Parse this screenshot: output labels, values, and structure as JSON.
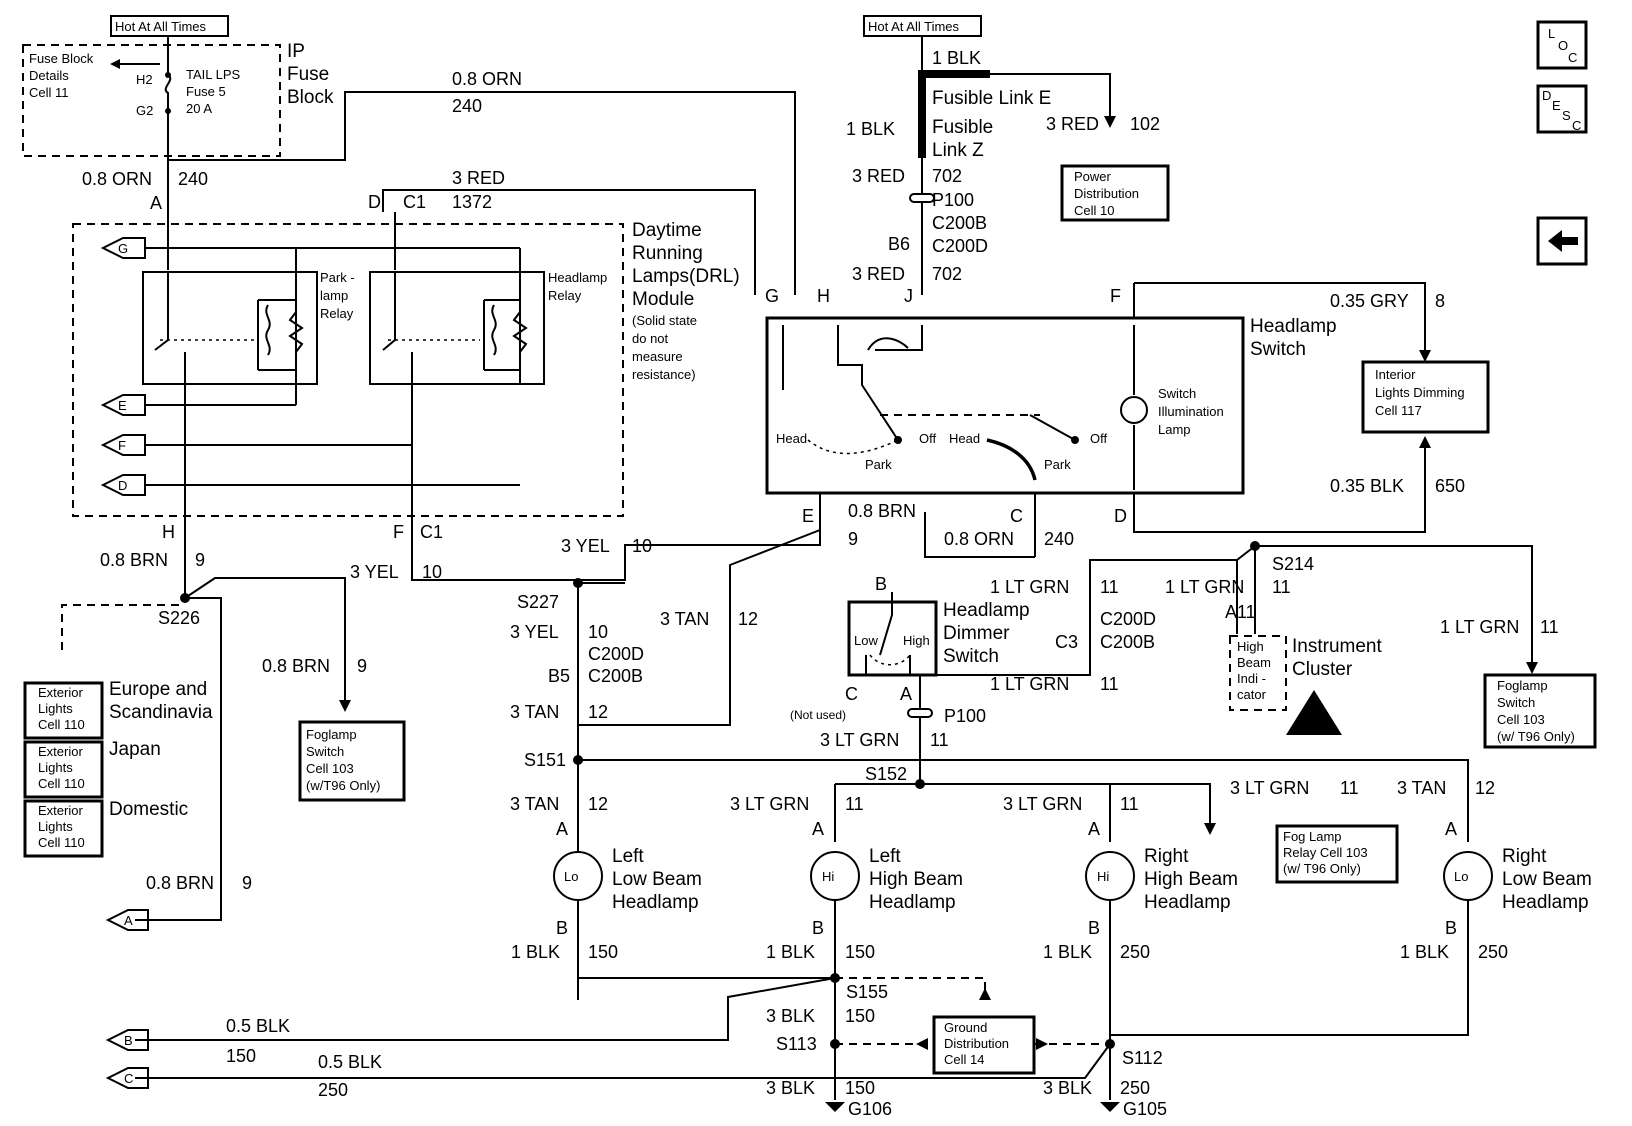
{
  "hot_left": "Hot At All Times",
  "hot_right": "Hot At All Times",
  "ip_fuse_block": {
    "title1": "IP",
    "title2": "Fuse",
    "title3": "Block",
    "details1": "Fuse Block",
    "details2": "Details",
    "details3": "Cell 11",
    "h2": "H2",
    "g2": "G2",
    "fuse1": "TAIL LPS",
    "fuse2": "Fuse 5",
    "fuse3": "20 A"
  },
  "wires": {
    "orn_08": "0.8 ORN",
    "c240": "240",
    "red_3": "3 RED",
    "c1372": "1372",
    "c702": "702",
    "blk_1": "1 BLK",
    "red_3_102": "3 RED",
    "c102": "102",
    "brn_08": "0.8 BRN",
    "c9": "9",
    "yel_3": "3 YEL",
    "c10": "10",
    "tan_3": "3 TAN",
    "c12": "12",
    "ltgrn_1": "1 LT GRN",
    "c11": "11",
    "ltgrn_3": "3 LT GRN",
    "gry_035": "0.35 GRY",
    "c8": "8",
    "blk_035": "0.35 BLK",
    "c650": "650",
    "blk_05": "0.5 BLK",
    "c150": "150",
    "c250": "250",
    "blk_3": "3 BLK"
  },
  "fusible": {
    "e": "Fusible Link E",
    "z1": "Fusible",
    "z2": "Link Z"
  },
  "connectors": {
    "p100": "P100",
    "c200b": "C200B",
    "c200d": "C200D",
    "b6": "B6",
    "b5": "B5",
    "c1": "C1",
    "c3": "C3",
    "a11": "A11"
  },
  "pins": {
    "a": "A",
    "b": "B",
    "c": "C",
    "d": "D",
    "e": "E",
    "f": "F",
    "g": "G",
    "h": "H",
    "j": "J"
  },
  "drl": {
    "t1": "Daytime",
    "t2": "Running",
    "t3": "Lamps(DRL)",
    "t4": "Module",
    "n1": "(Solid state",
    "n2": "do not",
    "n3": "measure",
    "n4": "resistance)",
    "park1": "Park -",
    "park2": "lamp",
    "park3": "Relay",
    "head1": "Headlamp",
    "head2": "Relay"
  },
  "headlamp_switch": {
    "t1": "Headlamp",
    "t2": "Switch",
    "head": "Head",
    "park": "Park",
    "off": "Off",
    "ill1": "Switch",
    "ill2": "Illumination",
    "ill3": "Lamp"
  },
  "dimmer": {
    "t1": "Headlamp",
    "t2": "Dimmer",
    "t3": "Switch",
    "low": "Low",
    "high": "High",
    "not_used": "(Not used)"
  },
  "cluster": {
    "t1": "Instrument",
    "t2": "Cluster",
    "i1": "High",
    "i2": "Beam",
    "i3": "Indi -",
    "i4": "cator"
  },
  "splices": {
    "s226": "S226",
    "s227": "S227",
    "s151": "S151",
    "s152": "S152",
    "s214": "S214",
    "s155": "S155",
    "s113": "S113",
    "s112": "S112"
  },
  "grounds": {
    "g106": "G106",
    "g105": "G105"
  },
  "lamps": {
    "left_low": [
      "Left",
      "Low Beam",
      "Headlamp"
    ],
    "left_high": [
      "Left",
      "High Beam",
      "Headlamp"
    ],
    "right_high": [
      "Right",
      "High Beam",
      "Headlamp"
    ],
    "right_low": [
      "Right",
      "Low Beam",
      "Headlamp"
    ],
    "lo": "Lo",
    "hi": "Hi"
  },
  "refs": {
    "power": [
      "Power",
      "Distribution",
      "Cell 10"
    ],
    "interior": [
      "Interior",
      "Lights Dimming",
      "Cell 117"
    ],
    "foglamp_right": [
      "Foglamp",
      "Switch",
      "Cell 103",
      "(w/ T96 Only)"
    ],
    "foglamp_left": [
      "Foglamp",
      "Switch",
      "Cell 103",
      "(w/T96 Only)"
    ],
    "foglamp_relay": [
      "Fog Lamp",
      "Relay  Cell 103",
      "(w/ T96 Only)"
    ],
    "ground": [
      "Ground",
      "Distribution",
      "Cell 14"
    ],
    "ext1": [
      "Exterior",
      "Lights",
      "Cell 110"
    ],
    "ext_labels": [
      "Europe and",
      "Scandinavia",
      "Japan",
      "Domestic"
    ]
  },
  "nav": {
    "loc": [
      "L",
      "O",
      "C"
    ],
    "desc": [
      "D",
      "E",
      "S",
      "C"
    ]
  }
}
